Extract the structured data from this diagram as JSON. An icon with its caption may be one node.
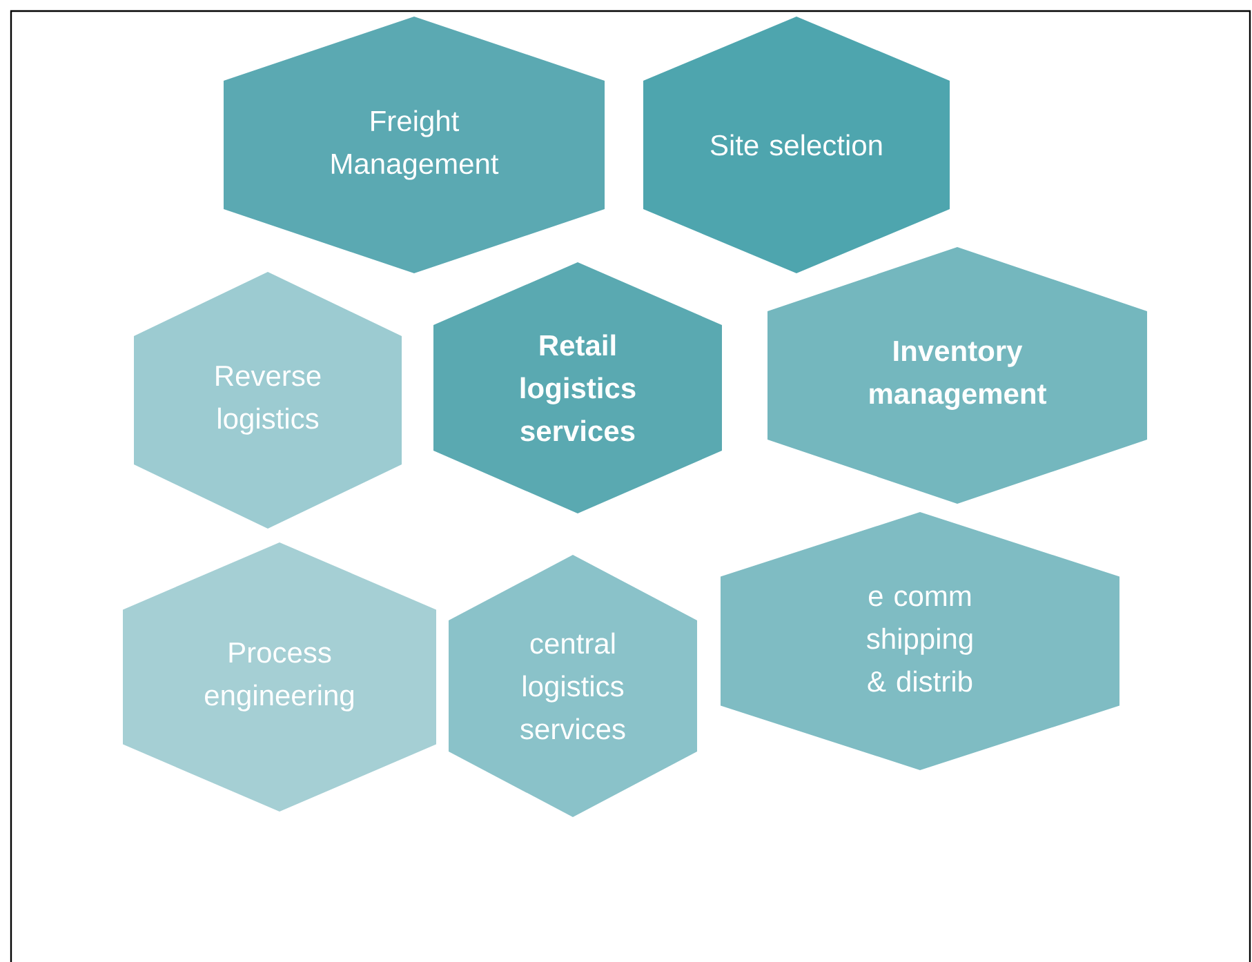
{
  "diagram": {
    "nodes": [
      {
        "text": [
          "Freight Management"
        ]
      },
      {
        "text": [
          "Site selection"
        ]
      },
      {
        "text": [
          "Reverse logistics"
        ]
      },
      {
        "text": [
          "Retail logistics services"
        ]
      },
      {
        "text": [
          "Inventory management"
        ]
      },
      {
        "text": [
          "Process engineering"
        ]
      },
      {
        "text": [
          "central logistics services"
        ]
      },
      {
        "text": [
          "e comm shipping & distrib"
        ]
      }
    ]
  }
}
